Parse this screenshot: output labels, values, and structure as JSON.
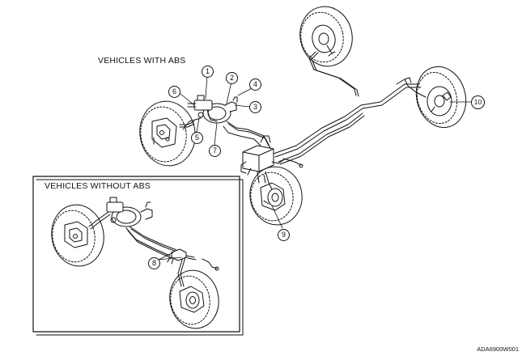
{
  "labels": {
    "with_abs": "VEHICLES WITH ABS",
    "without_abs": "VEHICLES WITHOUT ABS"
  },
  "callouts": [
    "1",
    "2",
    "3",
    "4",
    "5",
    "6",
    "7",
    "8",
    "9",
    "10"
  ],
  "figure_code": "ADA6900W001",
  "colors": {
    "line": "#111111",
    "background": "#ffffff"
  }
}
